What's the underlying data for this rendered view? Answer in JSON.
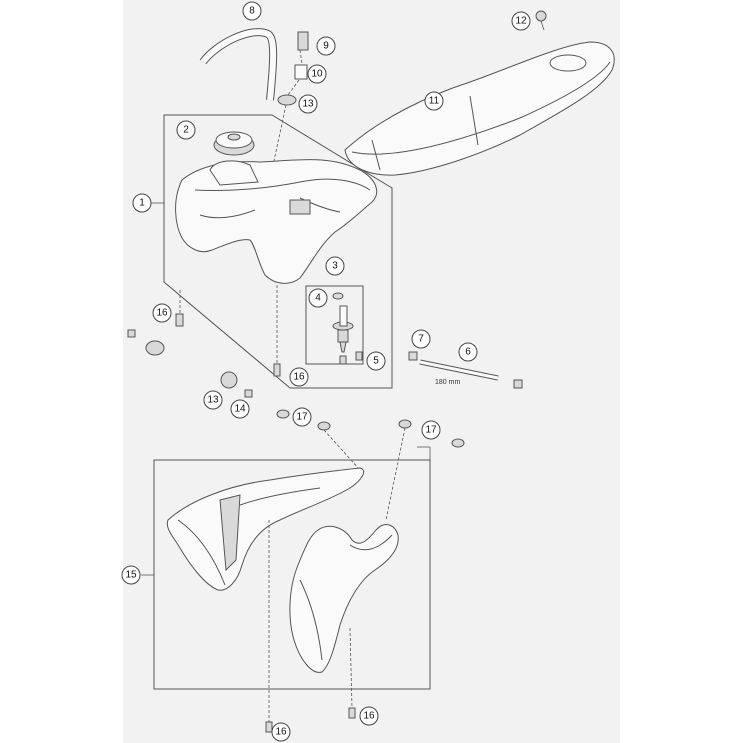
{
  "diagram": {
    "background": "#ffffff",
    "sheet_color": "#f2f2f2",
    "line_color": "#555555",
    "callouts": {
      "c1": "1",
      "c2": "2",
      "c3": "3",
      "c4": "4",
      "c5": "5",
      "c6": "6",
      "c7": "7",
      "c8": "8",
      "c9": "9",
      "c10": "10",
      "c11": "11",
      "c12": "12",
      "c13a": "13",
      "c13b": "13",
      "c14": "14",
      "c15": "15",
      "c16a": "16",
      "c16b": "16",
      "c16c": "16",
      "c16d": "16",
      "c17a": "17",
      "c17b": "17"
    },
    "dimension_label": "180 mm"
  }
}
